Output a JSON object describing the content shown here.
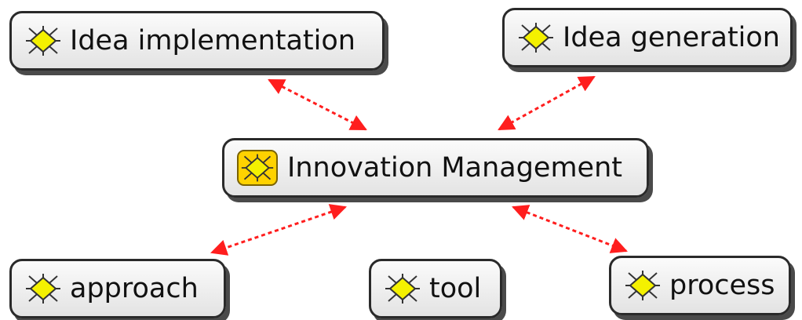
{
  "nodes": {
    "center": {
      "label": "Innovation Management",
      "icon": "concept-diamond-highlighted-icon"
    },
    "idea_implementation": {
      "label": "Idea implementation",
      "icon": "concept-diamond-icon"
    },
    "idea_generation": {
      "label": "Idea generation",
      "icon": "concept-diamond-icon"
    },
    "approach": {
      "label": "approach",
      "icon": "concept-diamond-icon"
    },
    "tool": {
      "label": "tool",
      "icon": "concept-diamond-icon"
    },
    "process": {
      "label": "process",
      "icon": "concept-diamond-icon"
    }
  },
  "links": [
    {
      "from": "idea_implementation",
      "to": "center",
      "style": "dashed",
      "arrows": "both"
    },
    {
      "from": "idea_generation",
      "to": "center",
      "style": "dashed",
      "arrows": "both"
    },
    {
      "from": "center",
      "to": "approach",
      "style": "dashed",
      "arrows": "both"
    },
    {
      "from": "center",
      "to": "process",
      "style": "dashed",
      "arrows": "both"
    }
  ],
  "colors": {
    "link": "#ff1e1e",
    "node_border": "#2a2a2a",
    "node_fill": "#eeeeee",
    "icon_diamond": "#f4f100",
    "icon_highlight_bg": "#ffd200"
  }
}
